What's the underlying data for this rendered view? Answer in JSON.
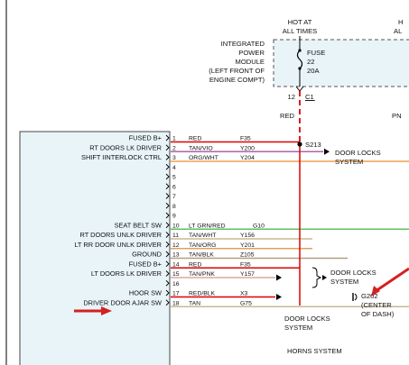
{
  "power": {
    "hot_label": [
      "HOT AT",
      "ALL TIMES"
    ],
    "hot_label_right": [
      "H",
      "AL"
    ],
    "module_label": [
      "INTEGRATED",
      "POWER",
      "MODULE",
      "(LEFT FRONT OF",
      "ENGINE COMPT)"
    ],
    "fuse_label": [
      "FUSE",
      "22",
      "20A"
    ],
    "connector_pin": "12",
    "connector_name": "C1",
    "wire_color_left": "RED",
    "wire_color_right": "PN"
  },
  "splice": {
    "label": "S213"
  },
  "ground": {
    "label": [
      "G202",
      "(CENTER",
      "OF DASH)"
    ]
  },
  "module_inputs": [
    {
      "label": "FUSED B+",
      "pin": "1",
      "color": "RED",
      "circuit": "F35",
      "wire": "#e00000"
    },
    {
      "label": "RT DOORS LK DRIVER",
      "pin": "2",
      "color": "TAN/VIO",
      "circuit": "Y200",
      "wire": "#b060b0"
    },
    {
      "label": "SHIFT IINTERLOCK CTRL",
      "pin": "3",
      "color": "ORG/WHT",
      "circuit": "Y204",
      "wire": "#f0a050"
    },
    {
      "label": "",
      "pin": "4",
      "color": "",
      "circuit": "",
      "wire": ""
    },
    {
      "label": "",
      "pin": "5",
      "color": "",
      "circuit": "",
      "wire": ""
    },
    {
      "label": "",
      "pin": "6",
      "color": "",
      "circuit": "",
      "wire": ""
    },
    {
      "label": "",
      "pin": "7",
      "color": "",
      "circuit": "",
      "wire": ""
    },
    {
      "label": "",
      "pin": "8",
      "color": "",
      "circuit": "",
      "wire": ""
    },
    {
      "label": "",
      "pin": "9",
      "color": "",
      "circuit": "",
      "wire": ""
    },
    {
      "label": "SEAT BELT SW",
      "pin": "10",
      "color": "LT GRN/RED",
      "circuit": "G10",
      "wire": "#60c060"
    },
    {
      "label": "RT DOORS UNLK DRIVER",
      "pin": "11",
      "color": "TAN/WHT",
      "circuit": "Y156",
      "wire": "#c8b890"
    },
    {
      "label": "LT RR DOOR UNLK DRIVER",
      "pin": "12",
      "color": "TAN/ORG",
      "circuit": "Y201",
      "wire": "#e0a060"
    },
    {
      "label": "GROUND",
      "pin": "13",
      "color": "TAN/BLK",
      "circuit": "Z105",
      "wire": "#b0a080"
    },
    {
      "label": "FUSED B+",
      "pin": "14",
      "color": "RED",
      "circuit": "F35",
      "wire": "#e00000"
    },
    {
      "label": "LT DOORS LK DRIVER",
      "pin": "15",
      "color": "TAN/PNK",
      "circuit": "Y157",
      "wire": "#d8a8a0"
    },
    {
      "label": "",
      "pin": "16",
      "color": "",
      "circuit": "",
      "wire": ""
    },
    {
      "label": "HOOR SW",
      "pin": "17",
      "color": "RED/BLK",
      "circuit": "X3",
      "wire": "#e00000"
    },
    {
      "label": "DRIVER DOOR AJAR SW",
      "pin": "18",
      "color": "TAN",
      "circuit": "G75",
      "wire": "#c8b890"
    }
  ],
  "destinations": {
    "door_locks_1": [
      "DOOR LOCKS",
      "SYSTEM"
    ],
    "door_locks_2": [
      "DOOR LOCKS",
      "SYSTEM"
    ],
    "door_locks_3": [
      "DOOR LOCKS",
      "SYSTEM"
    ],
    "horns": "HORNS SYSTEM"
  },
  "colors": {
    "module_fill": "#e8f4f8",
    "highlight_arrow": "#d42020",
    "wire_red": "#e00000"
  }
}
